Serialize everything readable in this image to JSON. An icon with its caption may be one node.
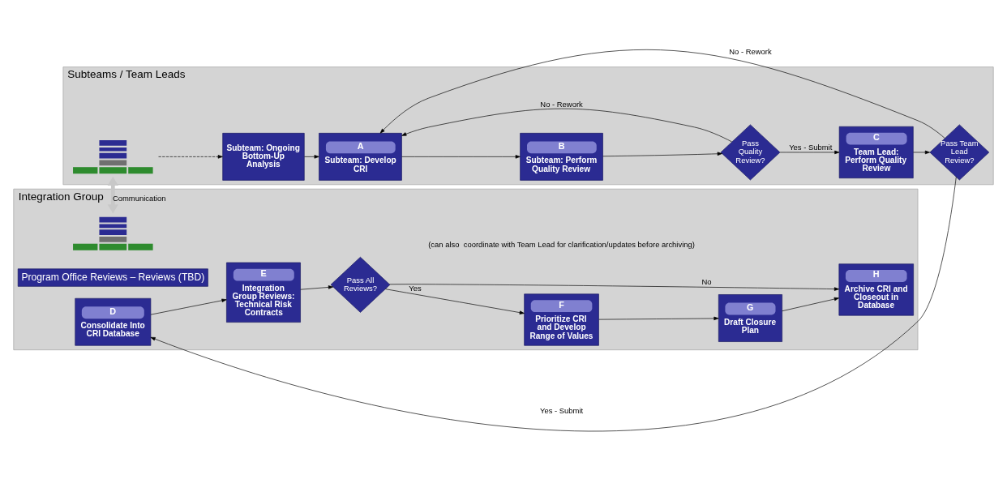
{
  "diagram": {
    "nodes": [
      {
        "text": [
          "Subteams / Team Leads"
        ]
      },
      {
        "text": [],
        "shape": "picture",
        "in": 0
      },
      {
        "text": [
          "Subteam: Ongoing Bottom-Up Analysis"
        ],
        "in": 0
      },
      {
        "text": [
          "A",
          "Subteam: Develop CRI"
        ],
        "in": 0
      },
      {
        "text": [
          "B",
          "Subteam: Perform Quality Review"
        ],
        "in": 0
      },
      {
        "text": [
          "Pass Quality Review?"
        ],
        "in": 0
      },
      {
        "text": [
          "C",
          "Team Lead: Perform Quality Review"
        ],
        "in": 0
      },
      {
        "text": [
          "Pass Team Lead Review?"
        ],
        "in": 0
      },
      {
        "text": [
          "Integration Group"
        ]
      },
      {
        "text": [],
        "shape": "picture",
        "in": 8
      },
      {
        "text": [
          "Program Office Reviews – Reviews (TBD)"
        ],
        "in": 8
      },
      {
        "text": [
          "D",
          "Consolidate Into CRI Database"
        ],
        "in": 8
      },
      {
        "text": [
          "E",
          "Integration Group Reviews: Technical Risk Contracts"
        ],
        "in": 8
      },
      {
        "text": [
          "Pass All Reviews?"
        ],
        "in": 8
      },
      {
        "text": [
          "F",
          "Prioritize CRI and Develop Range of Values"
        ],
        "in": 8
      },
      {
        "text": [
          "G",
          "Draft Closure Plan"
        ],
        "in": 8
      },
      {
        "text": [
          "H",
          "Archive CRI and Closeout in Database"
        ],
        "in": 8
      }
    ],
    "edges": [
      {
        "from": 1,
        "to": 2,
        "arrow": "to",
        "style": "dashed"
      },
      {
        "from": 2,
        "to": 3,
        "arrow": "to"
      },
      {
        "from": 3,
        "to": 4,
        "arrow": "to"
      },
      {
        "from": 4,
        "to": 5,
        "arrow": "to"
      },
      {
        "from": 5,
        "to": 6,
        "arrow": "to",
        "label": "Yes - Submit"
      },
      {
        "from": 5,
        "to": 3,
        "arrow": "to",
        "label": "No - Rework"
      },
      {
        "from": 6,
        "to": 7,
        "arrow": "to"
      },
      {
        "from": 7,
        "to": 3,
        "arrow": "to",
        "label": "No - Rework"
      },
      {
        "from": 7,
        "to": 11,
        "arrow": "to",
        "label": "Yes - Submit"
      },
      {
        "from": 1,
        "to": 9,
        "arrow": "both",
        "label": "Communication",
        "style": "thick",
        "color": "#c8c8c8"
      },
      {
        "from": 11,
        "to": 12,
        "arrow": "to"
      },
      {
        "from": 12,
        "to": 13,
        "arrow": "to"
      },
      {
        "from": 13,
        "to": 14,
        "arrow": "to",
        "label": "Yes"
      },
      {
        "from": 14,
        "to": 15,
        "arrow": "to"
      },
      {
        "from": 15,
        "to": 16,
        "arrow": "to"
      },
      {
        "from": 13,
        "to": 16,
        "arrow": "to",
        "label": "No"
      }
    ],
    "labels": [
      "(can also  coordinate with Team Lead for clarification/updates before archiving)"
    ]
  }
}
